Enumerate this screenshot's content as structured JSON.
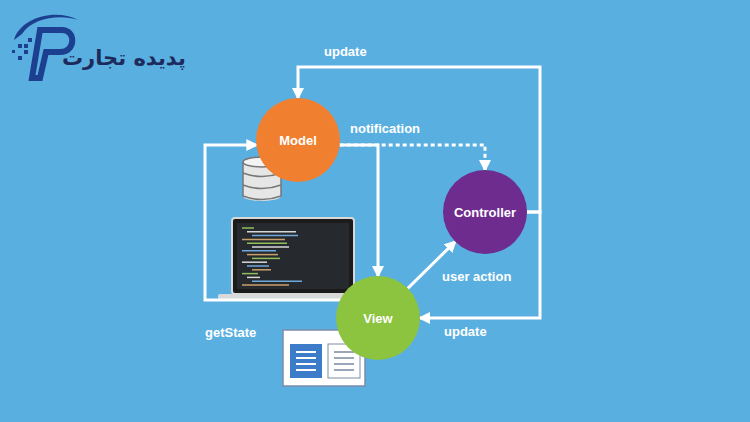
{
  "diagram": {
    "nodes": [
      {
        "text": [
          "Model"
        ]
      },
      {
        "text": [
          "Controller"
        ]
      },
      {
        "text": [
          "View"
        ]
      }
    ],
    "edges": [
      {
        "from": 1,
        "to": 0,
        "label": "update",
        "arrow": "to"
      },
      {
        "from": 0,
        "to": 1,
        "label": "notification",
        "arrow": "to"
      },
      {
        "from": 0,
        "to": 2,
        "arrow": "to"
      },
      {
        "from": 2,
        "to": 1,
        "label": "user action",
        "arrow": "to"
      },
      {
        "from": 1,
        "to": 2,
        "label": "update",
        "arrow": "to"
      },
      {
        "from": 2,
        "to": 0,
        "label": "getState",
        "arrow": "to"
      }
    ],
    "labels": [
      "پدیده تجارت"
    ]
  }
}
